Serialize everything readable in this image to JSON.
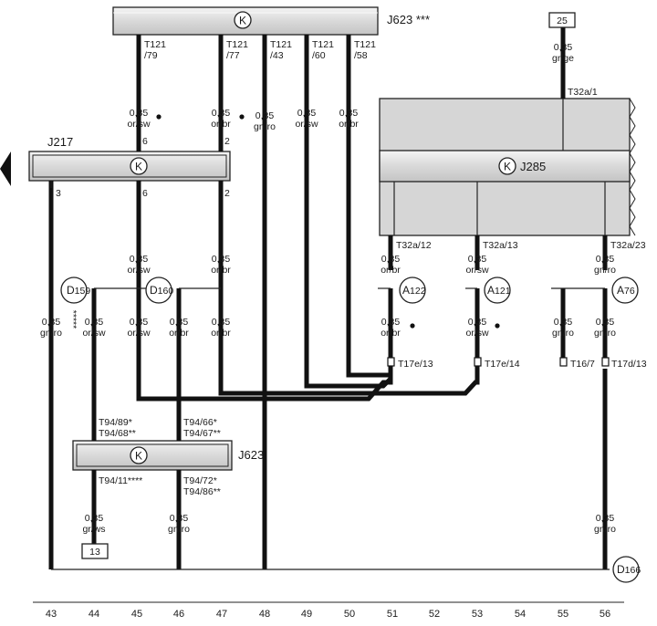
{
  "units": {
    "j623_top": {
      "name": "J623",
      "suffix": "***"
    },
    "j217": {
      "name": "J217"
    },
    "j285": {
      "name": "J285"
    },
    "j623_bottom": {
      "name": "J623"
    },
    "ground_symbol": "K"
  },
  "pins": {
    "t121_79": [
      "T121",
      "/79"
    ],
    "t121_77": [
      "T121",
      "/77"
    ],
    "t121_43": [
      "T121",
      "/43"
    ],
    "t121_60": [
      "T121",
      "/60"
    ],
    "t121_58": [
      "T121",
      "/58"
    ],
    "j217_6_in": "6",
    "j217_2_in": "2",
    "j217_3": "3",
    "j217_6": "6",
    "j217_2": "2",
    "t32a_1": "T32a/1",
    "t32a_12": "T32a/12",
    "t32a_13": "T32a/13",
    "t32a_23": "T32a/23",
    "t17e_13": "T17e/13",
    "t17e_14": "T17e/14",
    "t16_7": "T16/7",
    "t17d_13": "T17d/13",
    "t94_89": "T94/89",
    "t94_68": "T94/68",
    "t94_66": "T94/66",
    "t94_67": "T94/67",
    "t94_11": "T94/11",
    "t94_72": "T94/72",
    "t94_86": "T94/86"
  },
  "stars": {
    "one": "*",
    "two": "**",
    "four": "****",
    "five": "*****"
  },
  "wires": {
    "w1": [
      "0,35",
      "or/sw"
    ],
    "w2": [
      "0,35",
      "or/br"
    ],
    "w3": [
      "0,35",
      "gn/ro"
    ],
    "w4": [
      "0,35",
      "or/sw"
    ],
    "w5": [
      "0,35",
      "or/br"
    ],
    "w6": [
      "0,35",
      "gr/ge"
    ],
    "w7": [
      "0,35",
      "or/sw"
    ],
    "w8": [
      "0,35",
      "or/br"
    ],
    "w9": [
      "0,35",
      "or/br"
    ],
    "w10": [
      "0,35",
      "or/sw"
    ],
    "w11": [
      "0,35",
      "gn/ro"
    ],
    "w12": [
      "0,35",
      "gn/ro"
    ],
    "w13": [
      "0,35",
      "or/sw"
    ],
    "w14": [
      "0,35",
      "or/sw"
    ],
    "w15": [
      "0,35",
      "or/br"
    ],
    "w16": [
      "0,35",
      "or/br"
    ],
    "w17": [
      "0,35",
      "or/br"
    ],
    "w18": [
      "0,35",
      "or/sw"
    ],
    "w19": [
      "0,35",
      "gn/ro"
    ],
    "w20": [
      "0,35",
      "gn/ro"
    ],
    "w21": [
      "0,35",
      "gr/ws"
    ],
    "w22": [
      "0,35",
      "gn/ro"
    ],
    "w23": [
      "0,35",
      "gn/ro"
    ]
  },
  "connectors": {
    "D159": [
      "D",
      "159"
    ],
    "D160": [
      "D",
      "160"
    ],
    "A122": [
      "A",
      "122"
    ],
    "A121": [
      "A",
      "121"
    ],
    "A76": [
      "A",
      "76"
    ],
    "D166": [
      "D",
      "166"
    ]
  },
  "refs": {
    "top": "25",
    "bottom": "13"
  },
  "columns": [
    "43",
    "44",
    "45",
    "46",
    "47",
    "48",
    "49",
    "50",
    "51",
    "52",
    "53",
    "54",
    "55",
    "56"
  ]
}
